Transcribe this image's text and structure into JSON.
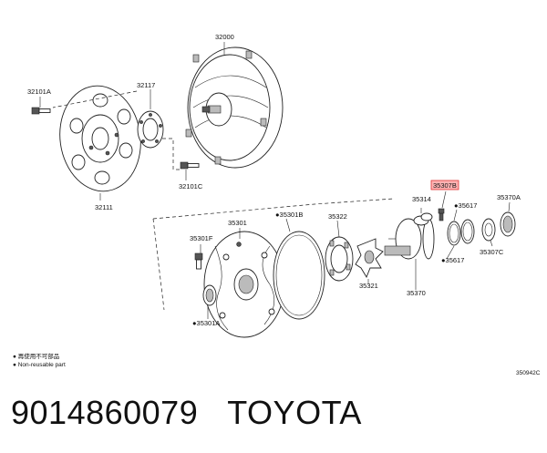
{
  "parts": {
    "p32000": "32000",
    "p32101A": "32101A",
    "p32117": "32117",
    "p32111": "32111",
    "p32101C": "32101C",
    "p35301": "35301",
    "p35301B": "●35301B",
    "p35322": "35322",
    "p35301F": "35301F",
    "p35314": "35314",
    "p35307B": "35307B",
    "p35617a": "●35617",
    "p35370A": "35370A",
    "p35617b": "●35617",
    "p35307C": "35307C",
    "p35321": "35321",
    "p35370": "35370",
    "p35301A": "●35301A"
  },
  "legend": {
    "line1": "● 再使用不可部品",
    "line2": "● Non-reusable part"
  },
  "diagram_id": "350942C",
  "caption": {
    "part_number": "9014860079",
    "brand": "TOYOTA"
  },
  "colors": {
    "highlight_fill": "#ffb3b3",
    "highlight_stroke": "#dd3333"
  }
}
